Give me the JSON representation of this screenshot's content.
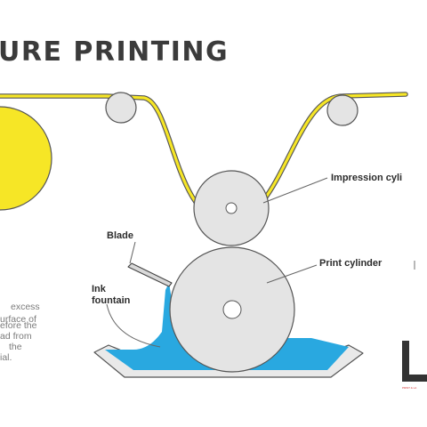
{
  "title": "URE PRINTING",
  "labels": {
    "impression": "Impression cyli",
    "print": "Print cylinder",
    "blade": "Blade",
    "ink_line1": "Ink",
    "ink_line2": "fountain"
  },
  "description_lines": [
    "excess",
    "urface of",
    "efore the",
    "ad from",
    "the",
    "ial."
  ],
  "logo": {
    "letter": "L",
    "subtext": "PRINT & LABEL"
  },
  "colors": {
    "web": "#f6e626",
    "ink": "#29a8e0",
    "cylinder_fill": "#e4e4e4",
    "outline": "#555555",
    "title": "#3b3b3b",
    "logo": "#333333",
    "logo_accent": "#d32f2f"
  }
}
